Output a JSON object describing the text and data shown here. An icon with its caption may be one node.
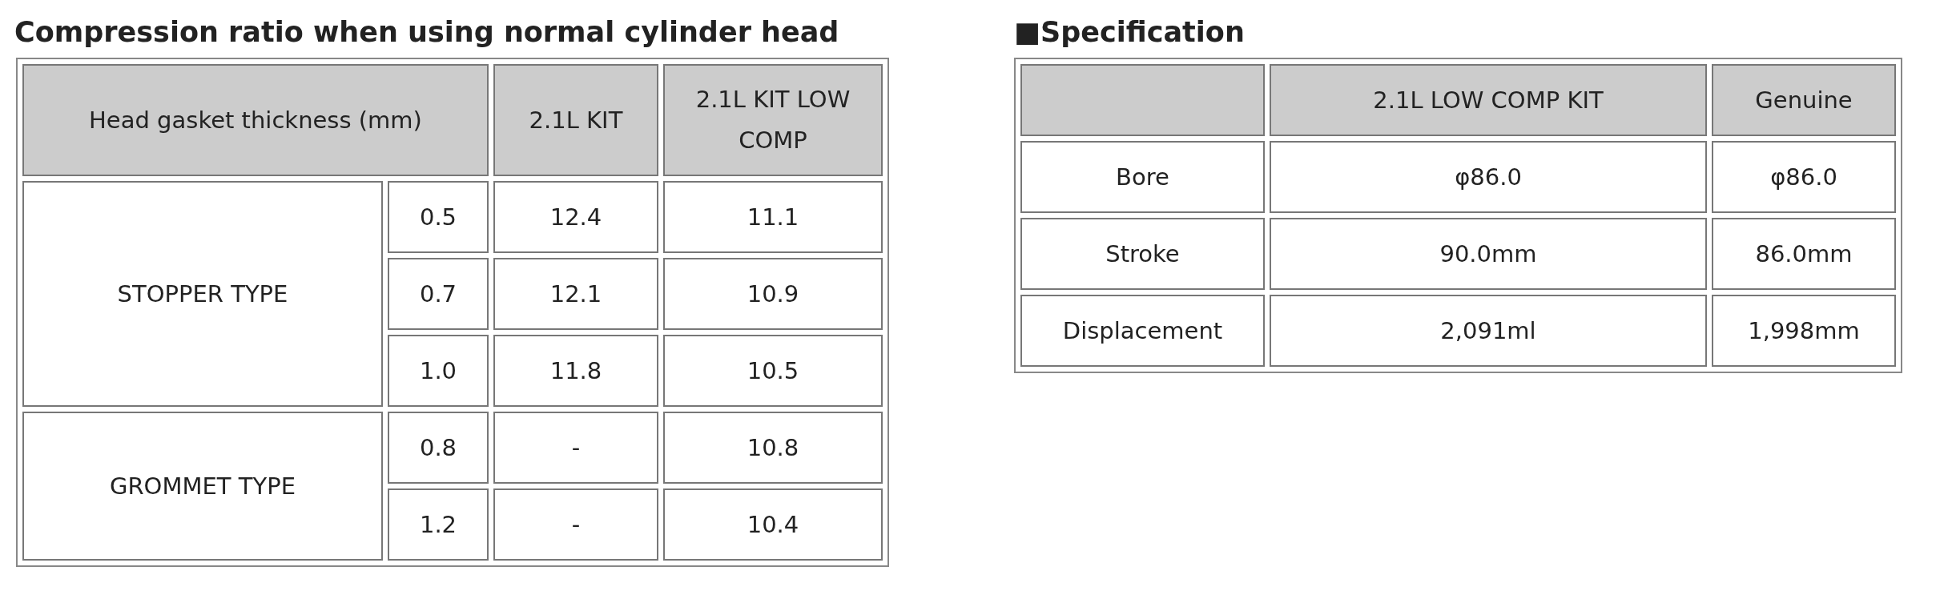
{
  "diagram": {
    "labels": [
      "Compression ratio when using normal cylinder head",
      "Head gasket thickness (mm)",
      "2.1L KIT",
      "2.1L KIT LOW COMP",
      "STOPPER TYPE",
      "0.5",
      "12.4",
      "11.1",
      "0.7",
      "12.1",
      "10.9",
      "1.0",
      "11.8",
      "10.5",
      "GROMMET TYPE",
      "0.8",
      "-",
      "10.8",
      "1.2",
      "-",
      "10.4",
      "■Specification",
      "2.1L LOW COMP KIT",
      "Genuine",
      "Bore",
      "φ86.0",
      "φ86.0",
      "Stroke",
      "90.0mm",
      "86.0mm",
      "Displacement",
      "2,091ml",
      "1,998mm"
    ]
  }
}
